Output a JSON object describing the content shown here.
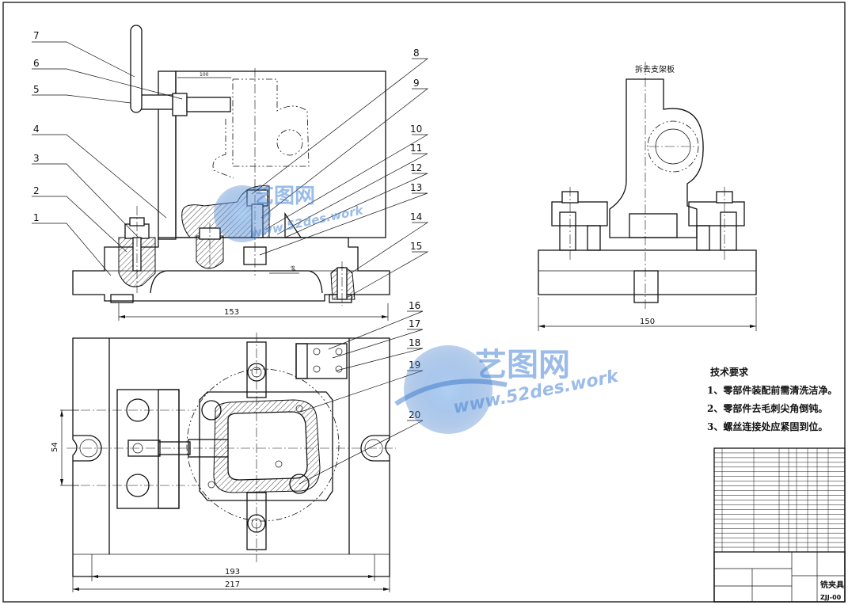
{
  "part_numbers": [
    "1",
    "2",
    "3",
    "4",
    "5",
    "6",
    "7",
    "8",
    "9",
    "10",
    "11",
    "12",
    "13",
    "14",
    "15",
    "16",
    "17",
    "18",
    "19",
    "20"
  ],
  "dimensions": {
    "front_width": "153",
    "side_width": "150",
    "plan_height": "54",
    "plan_inner_width": "193",
    "plan_outer_width": "217"
  },
  "side_view_label": "拆去支架板",
  "tech_requirements": {
    "title": "技术要求",
    "items": [
      "1、零部件装配前需清洗洁净。",
      "2、零部件去毛刺尖角倒钝。",
      "3、螺丝连接处应紧固到位。"
    ]
  },
  "watermark": {
    "brand": "艺图网",
    "url": "www.52des.work"
  },
  "title_block": {
    "drawing_name": "铣夹具",
    "drawing_number": "ZJJ-00"
  },
  "colors": {
    "line": "#111111",
    "watermark": "#4a86d6"
  }
}
